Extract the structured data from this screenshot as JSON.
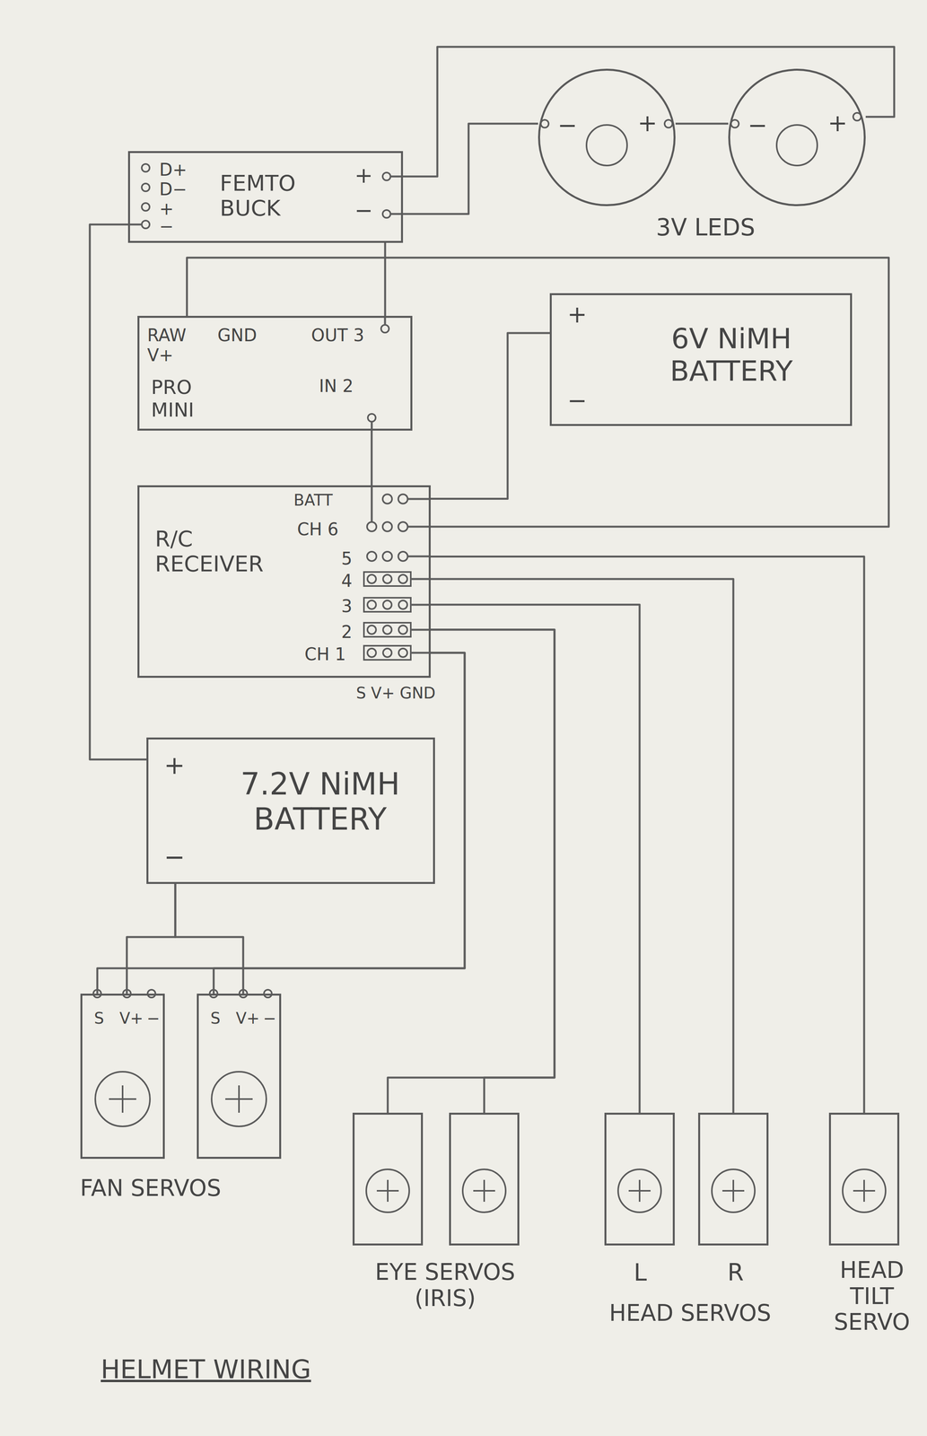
{
  "diagram": {
    "title": "HELMET WIRING",
    "nodes": [
      {
        "text": [
          "D+",
          "D−",
          "+",
          "−",
          "FEMTO BUCK",
          "+",
          "−"
        ]
      },
      {
        "text": [
          "−",
          "+"
        ]
      },
      {
        "text": [
          "−",
          "+"
        ]
      },
      {
        "text": [
          "RAW V+",
          "GND",
          "OUT 3",
          "PRO MINI",
          "IN 2"
        ]
      },
      {
        "text": [
          "+",
          "6V NiMH BATTERY",
          "−"
        ]
      },
      {
        "text": [
          "BATT",
          "R/C RECEIVER",
          "CH 6",
          "5",
          "4",
          "3",
          "2",
          "CH 1"
        ]
      },
      {
        "text": [
          "+",
          "7.2V NiMH BATTERY",
          "−"
        ]
      },
      {
        "text": [
          "S",
          "V+",
          "−"
        ]
      },
      {
        "text": [
          "S",
          "V+",
          "−"
        ]
      },
      {
        "text": []
      },
      {
        "text": []
      },
      {
        "text": [
          "L"
        ]
      },
      {
        "text": [
          "R"
        ]
      },
      {
        "text": [
          "HEAD TILT SERVO"
        ]
      }
    ],
    "edges": [
      {
        "from": 0,
        "to": 2,
        "arrow": "none"
      },
      {
        "from": 0,
        "to": 1,
        "arrow": "none"
      },
      {
        "from": 1,
        "to": 2,
        "arrow": "none"
      },
      {
        "from": 3,
        "to": 0,
        "arrow": "none"
      },
      {
        "from": 5,
        "to": 3,
        "arrow": "none"
      },
      {
        "from": 5,
        "to": 3,
        "arrow": "none"
      },
      {
        "from": 4,
        "to": 5,
        "arrow": "none"
      },
      {
        "from": 5,
        "to": 13,
        "arrow": "none"
      },
      {
        "from": 5,
        "to": 12,
        "arrow": "none"
      },
      {
        "from": 5,
        "to": 11,
        "arrow": "none"
      },
      {
        "from": 5,
        "to": 9,
        "arrow": "none"
      },
      {
        "from": 5,
        "to": 10,
        "arrow": "none"
      },
      {
        "from": 5,
        "to": 7,
        "arrow": "none"
      },
      {
        "from": 5,
        "to": 8,
        "arrow": "none"
      },
      {
        "from": 6,
        "to": 0,
        "arrow": "none"
      },
      {
        "from": 6,
        "to": 7,
        "arrow": "none"
      },
      {
        "from": 6,
        "to": 8,
        "arrow": "none"
      }
    ],
    "labels": [
      "3V LEDS",
      "S V+ GND",
      "FAN SERVOS",
      "EYE SERVOS (IRIS)",
      "HEAD SERVOS"
    ]
  }
}
